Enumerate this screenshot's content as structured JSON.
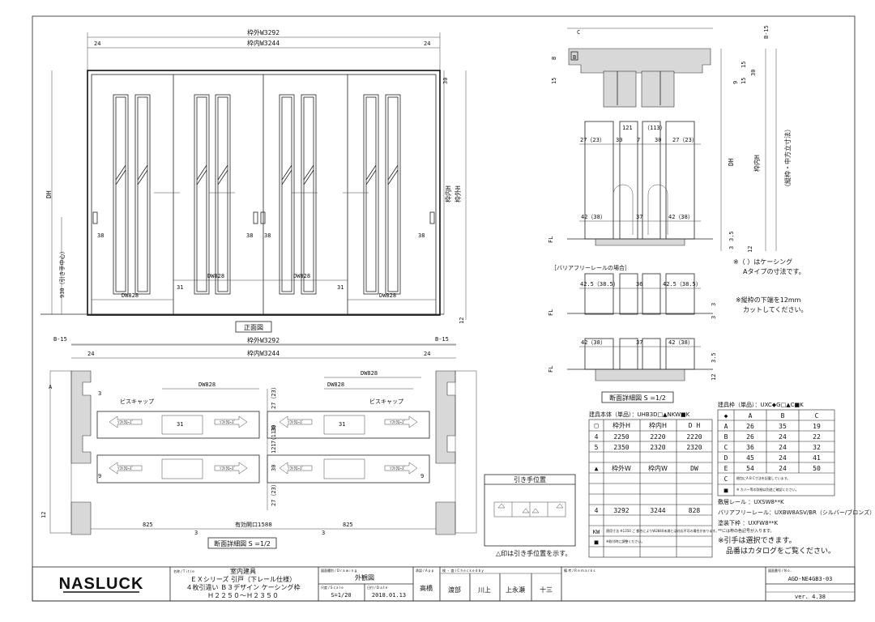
{
  "front": {
    "outer_w": "枠外W3292",
    "inner_w": "枠内W3244",
    "side": "24",
    "top_gap": "30",
    "dh": "DH",
    "outer_h": "枠外H",
    "inner_h": "枠内H",
    "handle": "38",
    "handle_h": "930（引き手中心）",
    "dw": "DW828",
    "gap31": "31",
    "bottom12": "12",
    "title": "正面図"
  },
  "plan": {
    "b15": "B-15",
    "outer_w": "枠外W3292",
    "inner_w": "枠内W3244",
    "side": "24",
    "a": "A",
    "dw": "DW828",
    "screw": "ビスキャップ",
    "n31": "31",
    "n9": "9",
    "n3": "3",
    "n12": "12",
    "soft": "ｿﾌﾄｸﾛｰｽﾞ",
    "rdims": [
      "27（23）",
      "30",
      "7",
      "121（113）",
      "30",
      "27（23）"
    ],
    "b825": "825",
    "opening": "有効開口1588",
    "title": "断面詳細図 S =1/2"
  },
  "section": {
    "c": "C",
    "b15": "B-15",
    "b": "B",
    "n15": "15",
    "n9": "9",
    "n30": "30",
    "n121": "121",
    "n113": "（113）",
    "r1": [
      "27（23）",
      "30",
      "7",
      "30",
      "27（23）"
    ],
    "dh": "DH",
    "inh": "枠内H",
    "outh": "（縦枠・中方立寸法）",
    "r2": [
      "42（38）",
      "37",
      "42（38）"
    ],
    "fl": "FL",
    "n35": "3.5",
    "n3": "3",
    "n12": "12",
    "barrier_title": "［バリアフリーレールの場合］",
    "r3": [
      "42.5（38.5）",
      "36",
      "42.5（38.5）"
    ],
    "r4": [
      "42（38）",
      "37",
      "42（38）"
    ],
    "note1a": "※（ ）はケーシング",
    "note1b": "Aタイプの寸法です。",
    "note2a": "※縦枠の下端を12mm",
    "note2b": "カットしてください。",
    "title": "断面詳細図 S =1/2"
  },
  "table_body": {
    "title": "建具本体（単品）：UHB3D□▲NKW■K",
    "h1": [
      "□",
      "枠外H",
      "枠内H",
      "D H"
    ],
    "rows1": [
      [
        "4",
        "2250",
        "2220",
        "2220"
      ],
      [
        "5",
        "2350",
        "2320",
        "2320"
      ]
    ],
    "h2": [
      "▲",
      "枠外W",
      "枠内W",
      "DW"
    ],
    "rows2": [
      [
        "4",
        "3292",
        "3244",
        "828"
      ]
    ],
    "kw": "KW",
    "kw_note": "適用寸法 ※1350 ご 都合によりW2840未満とは対応不可の場合があります。",
    "sq": "■",
    "sq_note": "※取付時に調整ください。"
  },
  "table_frame": {
    "title": "建具枠（単品）：UXC◆G□▲C■K",
    "h": [
      "◆",
      "A",
      "B",
      "C"
    ],
    "rows": [
      [
        "A",
        "26",
        "35",
        "19"
      ],
      [
        "B",
        "26",
        "24",
        "22"
      ],
      [
        "C",
        "36",
        "24",
        "32"
      ],
      [
        "D",
        "45",
        "24",
        "41"
      ],
      [
        "E",
        "54",
        "24",
        "50"
      ]
    ],
    "c": "C",
    "c_note": "梱包にA B C寸法を記載しています。",
    "sq": "■",
    "sq_note": "※ カバー等の詳細は別途ご確認ください。"
  },
  "notes": {
    "rail": "敷居レール ：UXSW8**K",
    "barrier": "バリアフリーレール：UXBW8ASV/BR（シルバー/ブロンズ）",
    "paint": "塗装下枠 ：UXFW8**K",
    "paint_sub": "**には枠の色記号が入ります。",
    "pull1": "※引手は選択できます。",
    "pull2": "品番はカタログをご覧ください。"
  },
  "pull": {
    "title": "引き手位置",
    "note": "△印は引き手位置を示す。"
  },
  "title_block": {
    "logo": "NASLUCK",
    "title_lbl": "名称 / T i t l e",
    "title1": "室内建具",
    "title2": "ＥＸシリーズ 引戸（下レール仕様）",
    "title3": "４枚引違い Ｂ３デザイン ケーシング枠",
    "title4": "Ｈ２２５０～Ｈ２３５０",
    "drawing_lbl": "図面種別 / D r a w i n g",
    "drawing": "外観図",
    "scale_lbl": "尺度 / S c a l e",
    "scale": "S=1/20",
    "date_lbl": "日付 / D a t e",
    "date": "2018.01.13",
    "maker_lbl": "承認 / A p p",
    "maker": "高橋",
    "check_lbl": "検 ・ 査 / C h e c k e d  b y",
    "checkers": [
      "渡部",
      "川上",
      "上永瀬",
      "十三"
    ],
    "remark_lbl": "備 考 / R e m a r k s",
    "no_lbl": "図面番号 / N o .",
    "no": "AGD-NE4GB3-03",
    "ver": "ver. 4.38"
  }
}
